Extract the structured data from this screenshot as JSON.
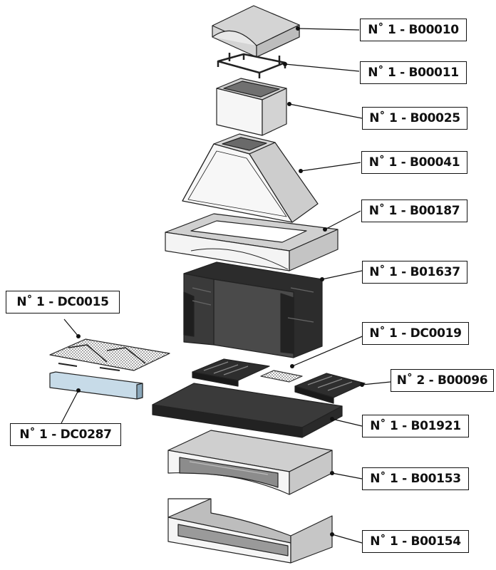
{
  "labels": [
    {
      "id": "b00010",
      "text": "N˚ 1 - B00010"
    },
    {
      "id": "b00011",
      "text": "N˚ 1 - B00011"
    },
    {
      "id": "b00025",
      "text": "N˚ 1 - B00025"
    },
    {
      "id": "b00041",
      "text": "N˚ 1 - B00041"
    },
    {
      "id": "b00187",
      "text": "N˚ 1 - B00187"
    },
    {
      "id": "b01637",
      "text": "N˚ 1 - B01637"
    },
    {
      "id": "dc0015",
      "text": "N˚ 1 - DC0015"
    },
    {
      "id": "dc0019",
      "text": "N˚ 1 - DC0019"
    },
    {
      "id": "b00096",
      "text": "N˚ 2 - B00096"
    },
    {
      "id": "b01921",
      "text": "N˚ 1 - B01921"
    },
    {
      "id": "dc0287",
      "text": "N˚ 1 - DC0287"
    },
    {
      "id": "b00153",
      "text": "N˚ 1 - B00153"
    },
    {
      "id": "b00154",
      "text": "N˚ 1 - B00154"
    }
  ]
}
